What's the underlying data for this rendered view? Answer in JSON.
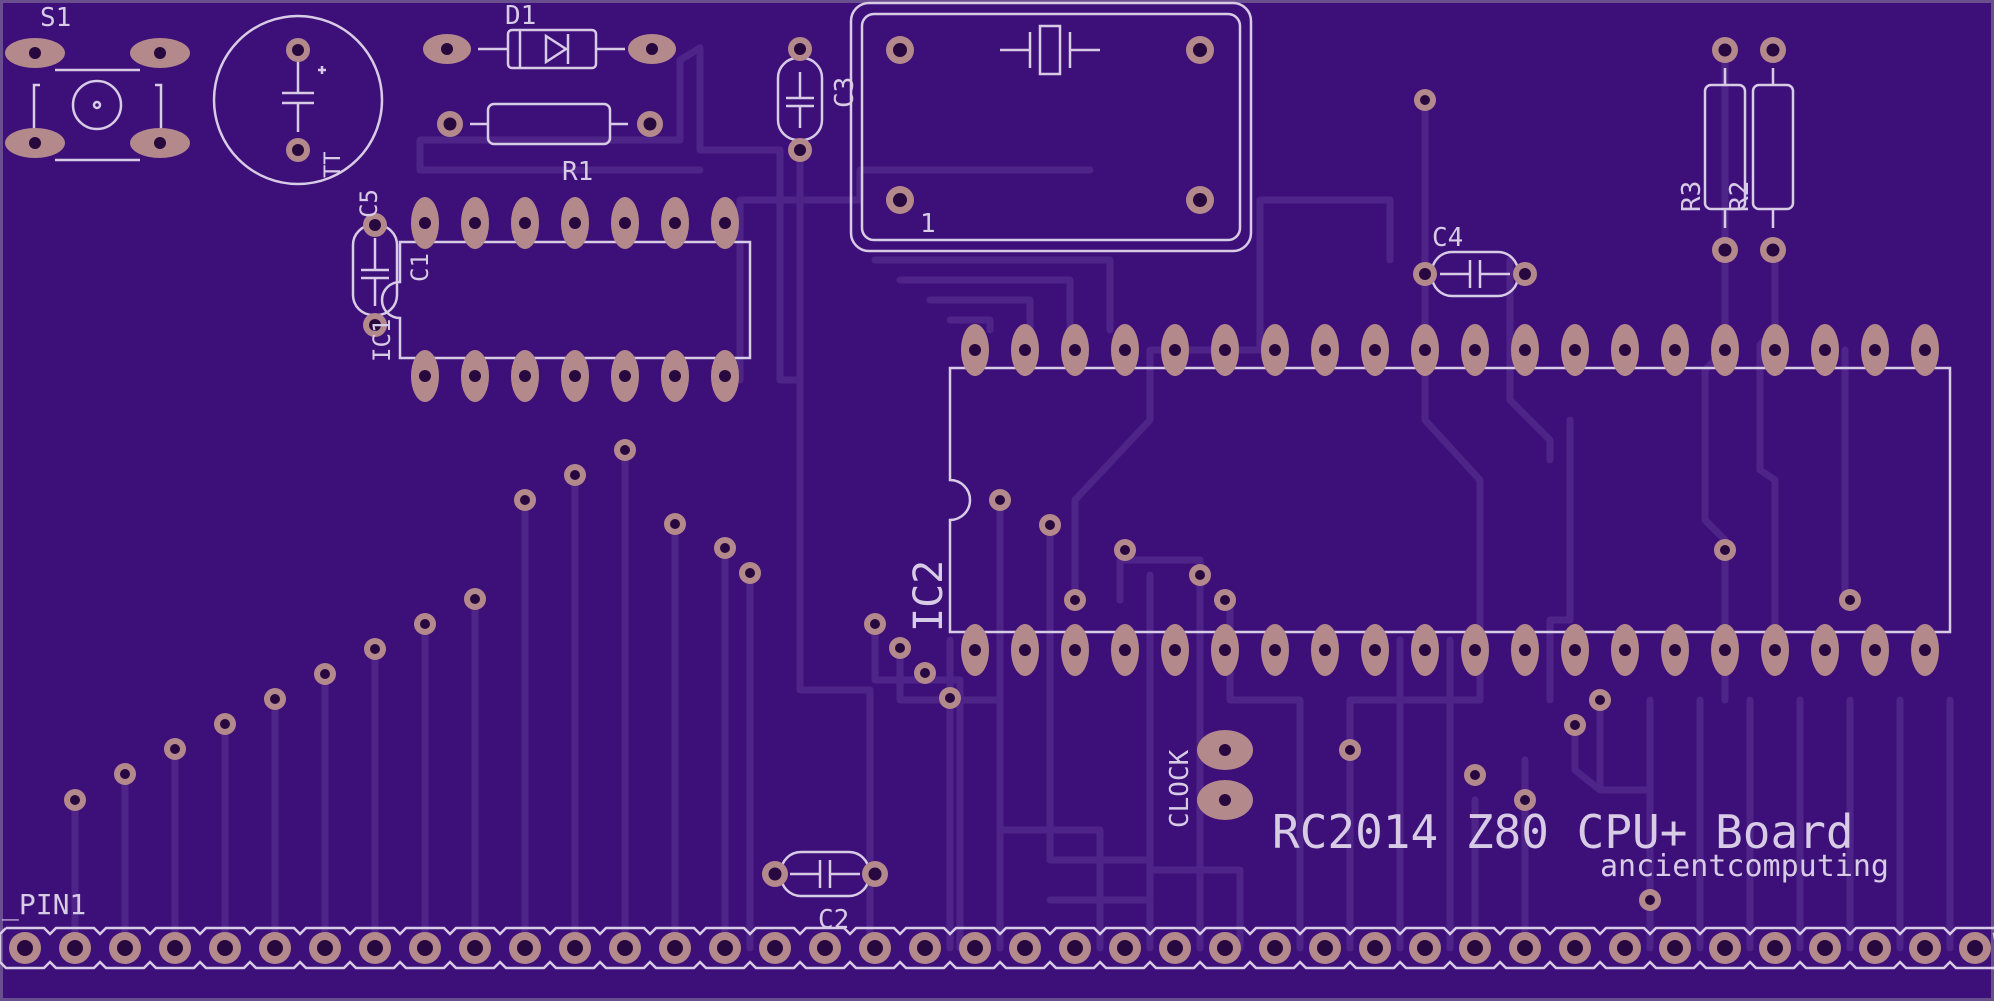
{
  "colors": {
    "board": "#3d0f78",
    "trace": "#4e2489",
    "silkscreen": "#d7cbe6",
    "pad": "#b3898c",
    "hole": "#28093f",
    "border": "#6a4f8e"
  },
  "labels": {
    "s1": "S1",
    "d1": "D1",
    "r1": "R1",
    "c3": "C3",
    "c5": "C5",
    "c1": "C1",
    "ic1": "IC1",
    "tt": "TT",
    "c4": "C4",
    "r3": "R3",
    "r2": "R2",
    "ic2": "IC2",
    "clock": "CLOCK",
    "c2": "C2",
    "pin1": "_PIN1",
    "pin_one": "1",
    "board_title": "RC2014 Z80 CPU+ Board",
    "board_subtitle": "ancientcomputing"
  }
}
